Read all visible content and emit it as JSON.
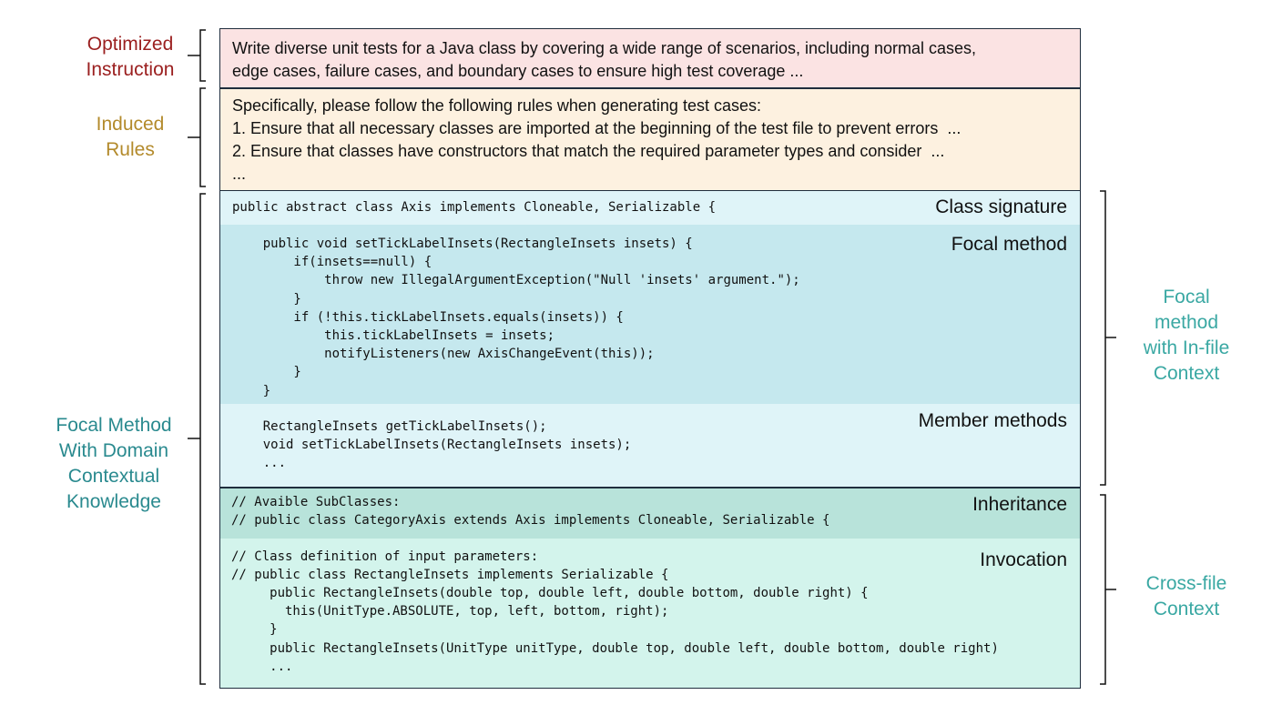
{
  "colors": {
    "instruction_label": "#9b2020",
    "rules_label": "#b38a2b",
    "domain_label": "#2a8a8f",
    "context_label": "#3aa8a3",
    "instruction_bg": "#fbe3e3",
    "rules_bg": "#fdf1e0",
    "class_sig_bg": "#dff4f8",
    "focal_bg": "#c5e8ee",
    "members_bg": "#dff4f8",
    "inherit_bg": "#b8e3da",
    "invoke_bg": "#d3f4ec"
  },
  "left_labels": {
    "instruction": [
      "Optimized",
      "Instruction"
    ],
    "rules": [
      "Induced",
      "Rules"
    ],
    "domain": [
      "Focal Method",
      "With Domain",
      "Contextual",
      "Knowledge"
    ]
  },
  "right_labels": {
    "infile": [
      "Focal",
      "method",
      "with In-file",
      "Context"
    ],
    "crossfile": [
      "Cross-file",
      "Context"
    ]
  },
  "instruction": {
    "lines": [
      "Write diverse unit tests for a Java class by covering a wide range of scenarios, including normal cases,",
      "edge cases, failure cases, and boundary cases to ensure high test coverage ..."
    ]
  },
  "rules": {
    "lines": [
      "Specifically, please follow the following rules when generating test cases:",
      "1. Ensure that all necessary classes are imported at the beginning of the test file to prevent errors  ...",
      "2. Ensure that classes have constructors that match the required parameter types and consider  ...",
      "..."
    ]
  },
  "class_signature": {
    "tag": "Class signature",
    "code": "public abstract class Axis implements Cloneable, Serializable {"
  },
  "focal_method": {
    "tag": "Focal method",
    "code": "    public void setTickLabelInsets(RectangleInsets insets) {\n        if(insets==null) {\n            throw new IllegalArgumentException(\"Null 'insets' argument.\");\n        }\n        if (!this.tickLabelInsets.equals(insets)) {\n            this.tickLabelInsets = insets;\n            notifyListeners(new AxisChangeEvent(this));\n        }\n    }"
  },
  "member_methods": {
    "tag": "Member methods",
    "code": "    RectangleInsets getTickLabelInsets();\n    void setTickLabelInsets(RectangleInsets insets);\n    ..."
  },
  "inheritance": {
    "tag": "Inheritance",
    "code": "// Avaible SubClasses:\n// public class CategoryAxis extends Axis implements Cloneable, Serializable {"
  },
  "invocation": {
    "tag": "Invocation",
    "code": "// Class definition of input parameters:\n// public class RectangleInsets implements Serializable {\n     public RectangleInsets(double top, double left, double bottom, double right) {\n       this(UnitType.ABSOLUTE, top, left, bottom, right);\n     }\n     public RectangleInsets(UnitType unitType, double top, double left, double bottom, double right)\n     ..."
  }
}
